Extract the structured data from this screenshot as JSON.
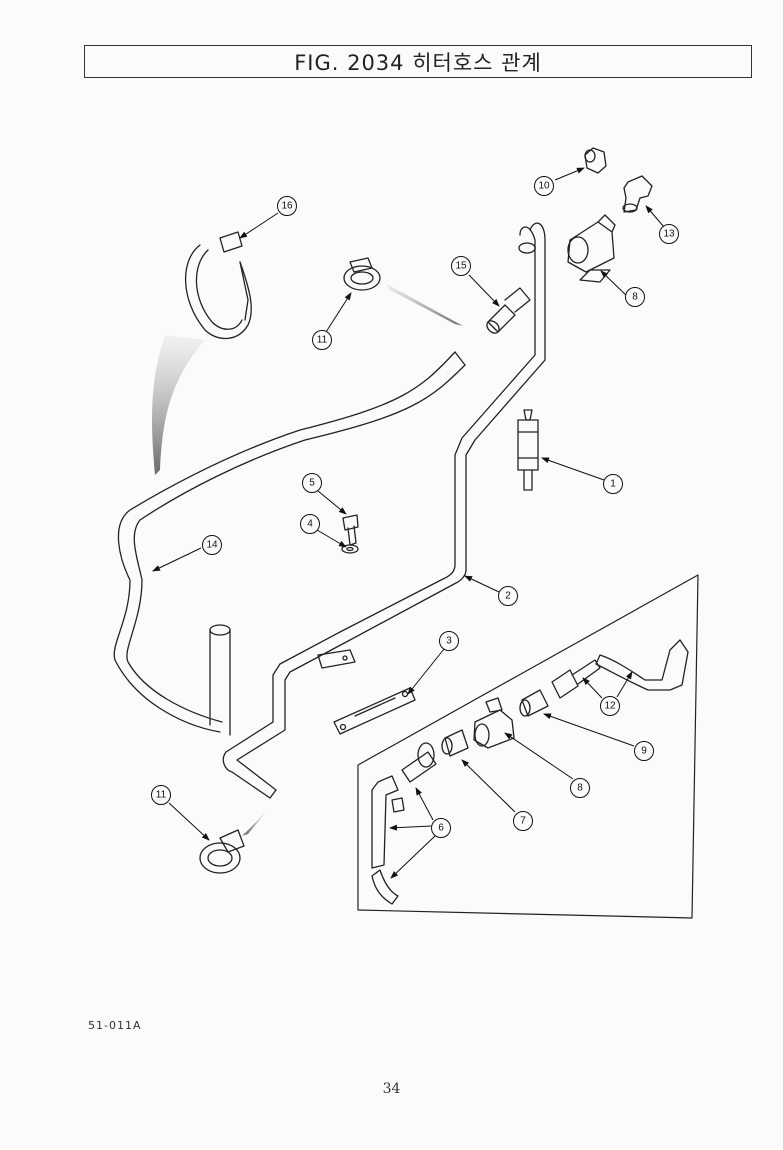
{
  "header": {
    "title": "FIG. 2034 히터호스 관계"
  },
  "callouts": [
    {
      "id": "c1",
      "number": "1"
    },
    {
      "id": "c2",
      "number": "2"
    },
    {
      "id": "c3",
      "number": "3"
    },
    {
      "id": "c4",
      "number": "4"
    },
    {
      "id": "c5",
      "number": "5"
    },
    {
      "id": "c6",
      "number": "6"
    },
    {
      "id": "c7",
      "number": "7"
    },
    {
      "id": "c8a",
      "number": "8"
    },
    {
      "id": "c8b",
      "number": "8"
    },
    {
      "id": "c9",
      "number": "9"
    },
    {
      "id": "c10",
      "number": "10"
    },
    {
      "id": "c11a",
      "number": "11"
    },
    {
      "id": "c11b",
      "number": "11"
    },
    {
      "id": "c12",
      "number": "12"
    },
    {
      "id": "c13",
      "number": "13"
    },
    {
      "id": "c14",
      "number": "14"
    },
    {
      "id": "c15",
      "number": "15"
    },
    {
      "id": "c16",
      "number": "16"
    }
  ],
  "footer": {
    "drawing_code": "51-011A",
    "page_number": "34"
  }
}
